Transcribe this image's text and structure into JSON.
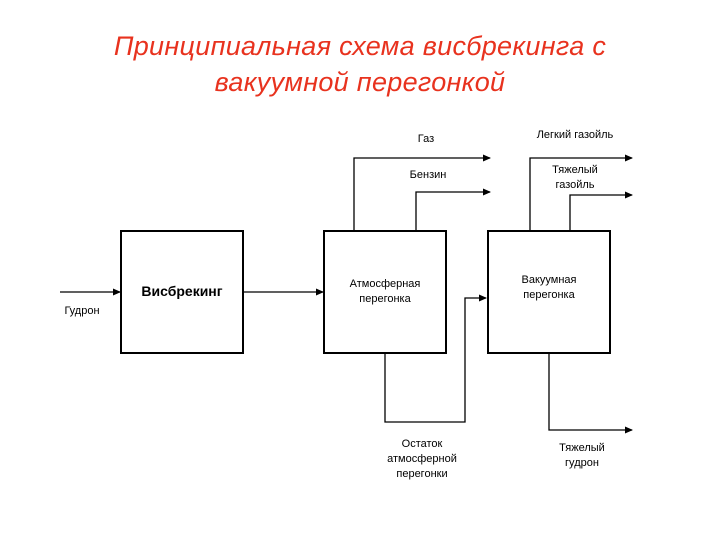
{
  "title": {
    "line1": "Принципиальная схема висбрекинга с",
    "line2": "вакуумной перегонкой",
    "color": "#e8321e"
  },
  "blocks": {
    "visbreaking": "Висбрекинг",
    "atmospheric": {
      "line1": "Атмосферная",
      "line2": "перегонка"
    },
    "vacuum": {
      "line1": "Вакуумная",
      "line2": "перегонка"
    }
  },
  "streams": {
    "feed": "Гудрон",
    "gas": "Газ",
    "gasoline": "Бензин",
    "light_gasoil": "Легкий газойль",
    "heavy_gasoil": {
      "line1": "Тяжелый",
      "line2": "газойль"
    },
    "atm_residue": {
      "line1": "Остаток",
      "line2": "атмосферной",
      "line3": "перегонки"
    },
    "heavy_tar": {
      "line1": "Тяжелый",
      "line2": "гудрон"
    }
  },
  "colors": {
    "line": "#000000",
    "background": "#ffffff"
  }
}
